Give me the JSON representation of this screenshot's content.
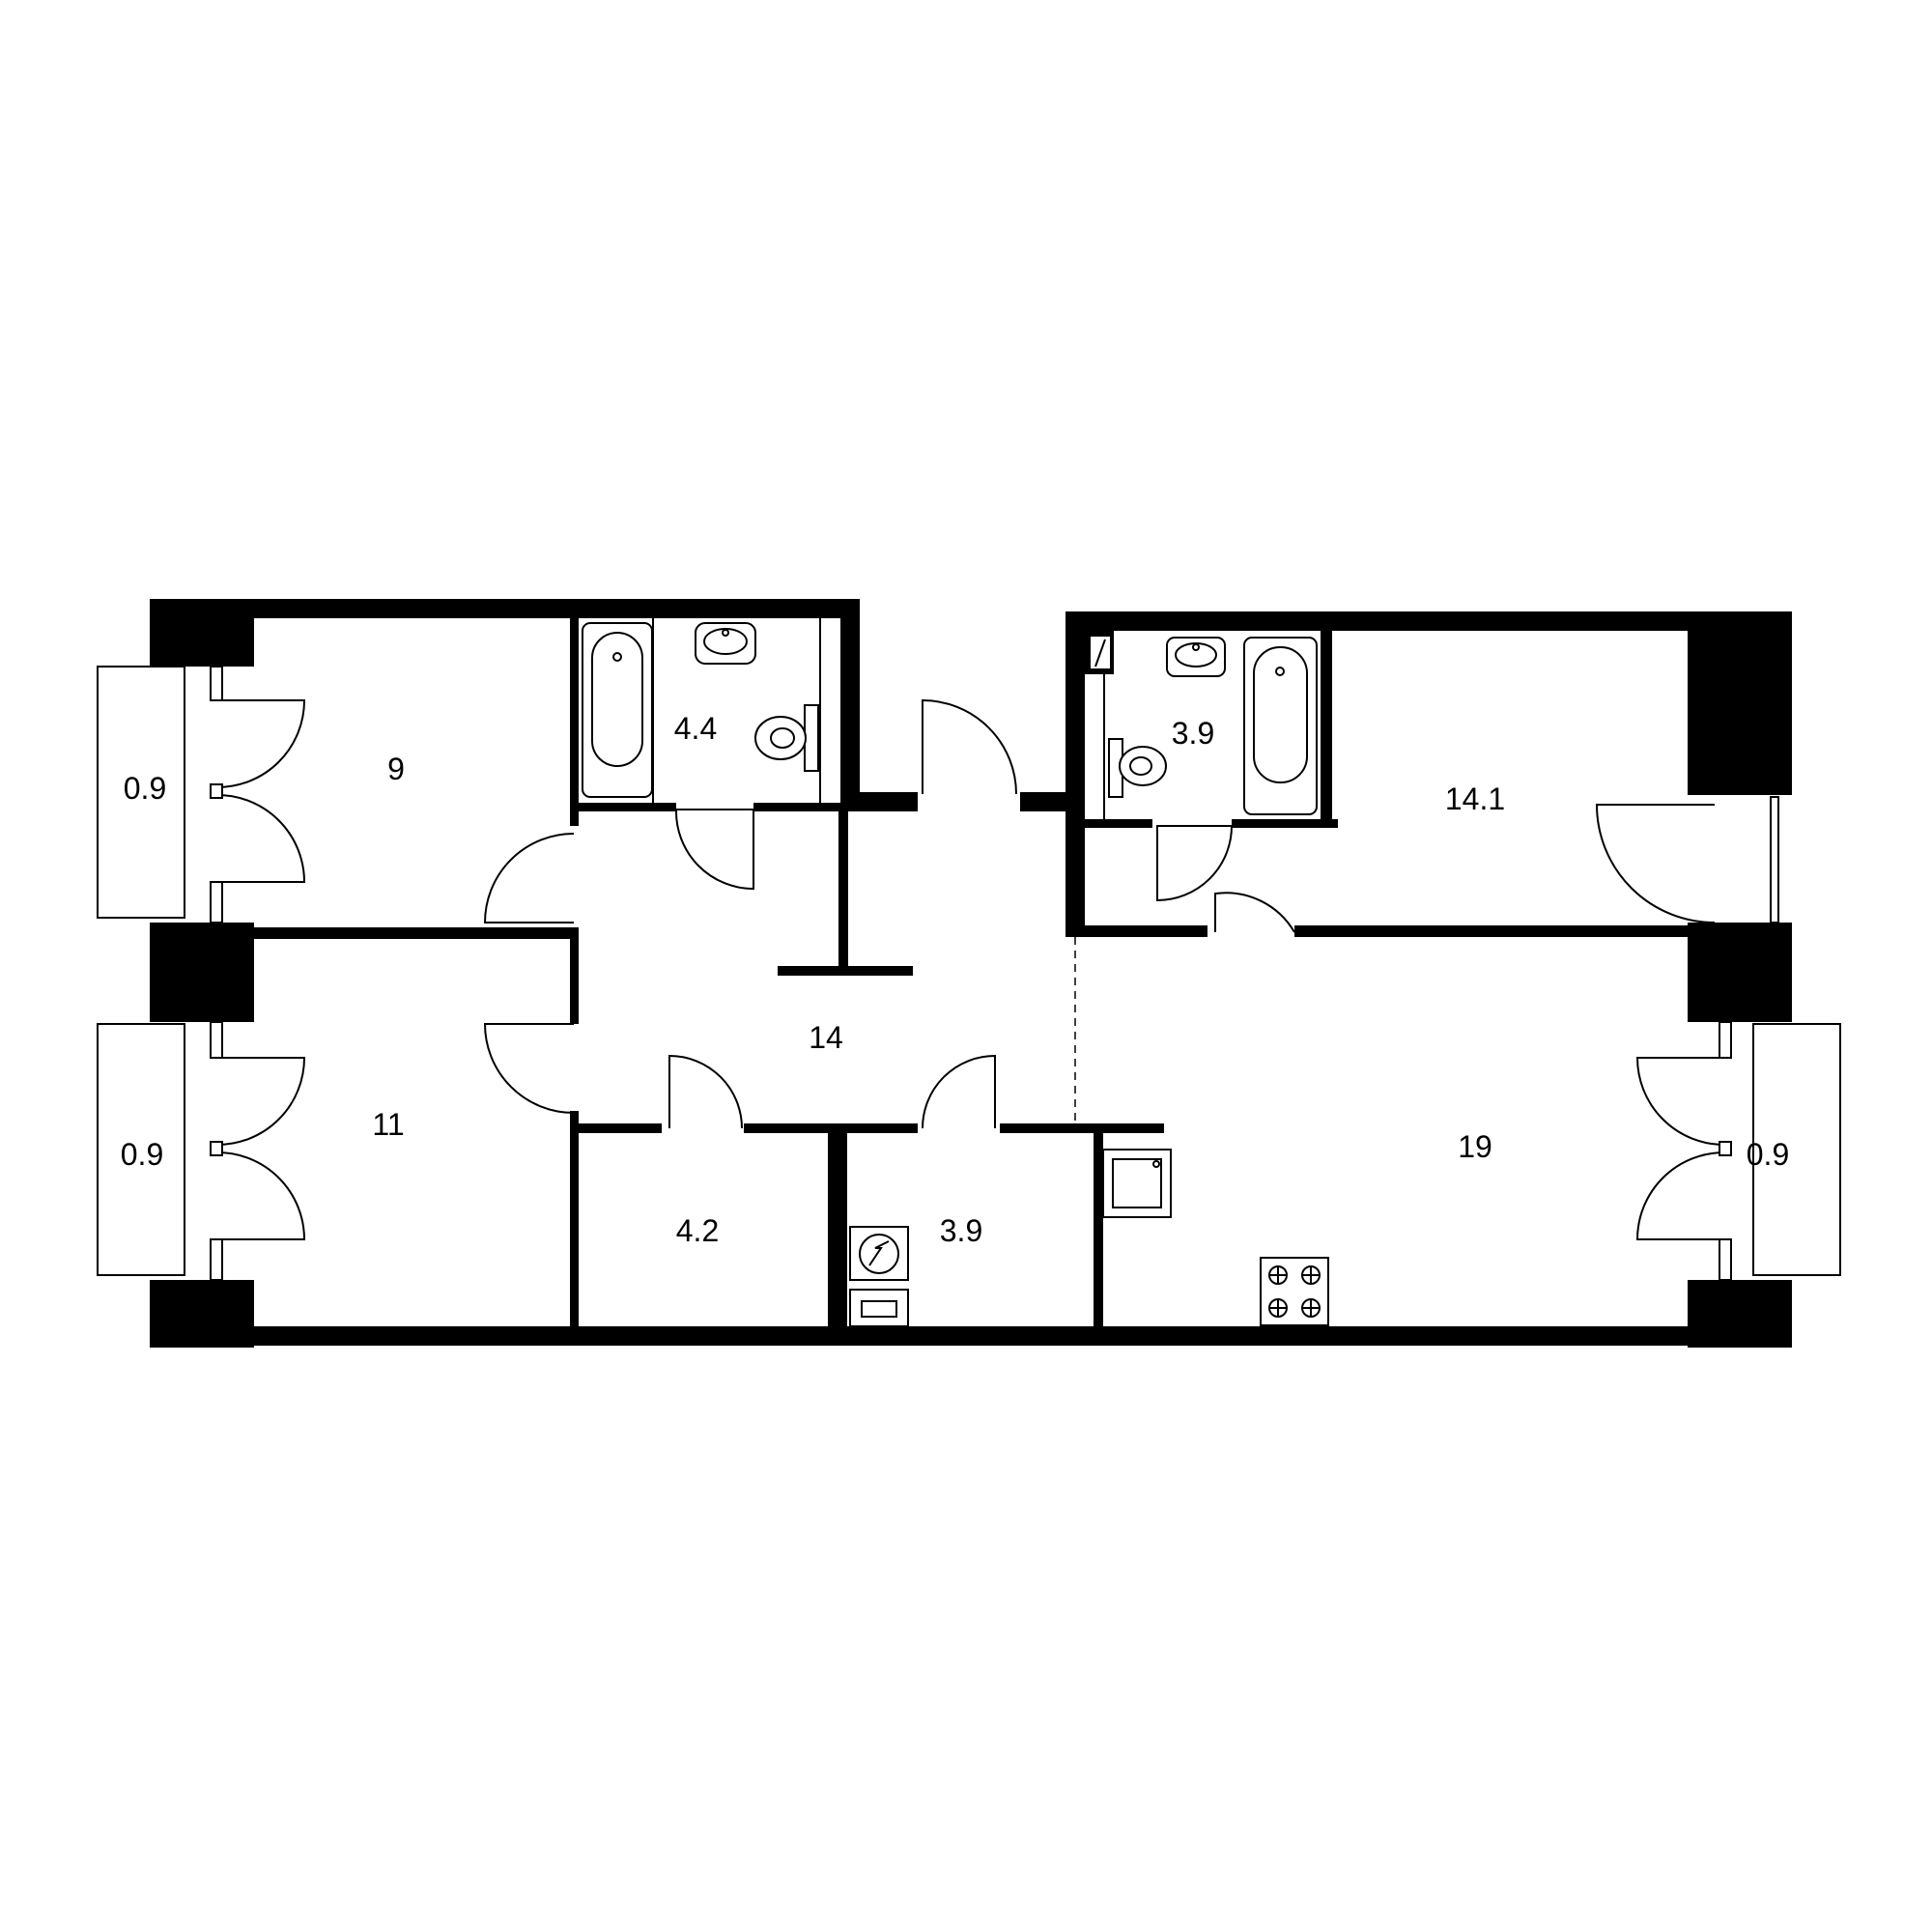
{
  "rooms": [
    {
      "id": "bedroom-left-top",
      "area": "9"
    },
    {
      "id": "bedroom-left-bottom",
      "area": "11"
    },
    {
      "id": "bathroom-left",
      "area": "4.4"
    },
    {
      "id": "hallway",
      "area": "14"
    },
    {
      "id": "storage",
      "area": "4.2"
    },
    {
      "id": "laundry",
      "area": "3.9"
    },
    {
      "id": "bathroom-right",
      "area": "3.9"
    },
    {
      "id": "bedroom-right",
      "area": "14.1"
    },
    {
      "id": "kitchen-living",
      "area": "19"
    }
  ],
  "balconies": [
    {
      "id": "balcony-left-top",
      "area": "0.9"
    },
    {
      "id": "balcony-left-bottom",
      "area": "0.9"
    },
    {
      "id": "balcony-right",
      "area": "0.9"
    }
  ],
  "icons": [
    "bathtub-icon",
    "sink-icon",
    "toilet-icon",
    "washing-machine-icon",
    "stove-icon",
    "kitchen-sink-icon",
    "water-heater-icon"
  ],
  "colors": {
    "wall": "#000000",
    "background": "#ffffff"
  }
}
